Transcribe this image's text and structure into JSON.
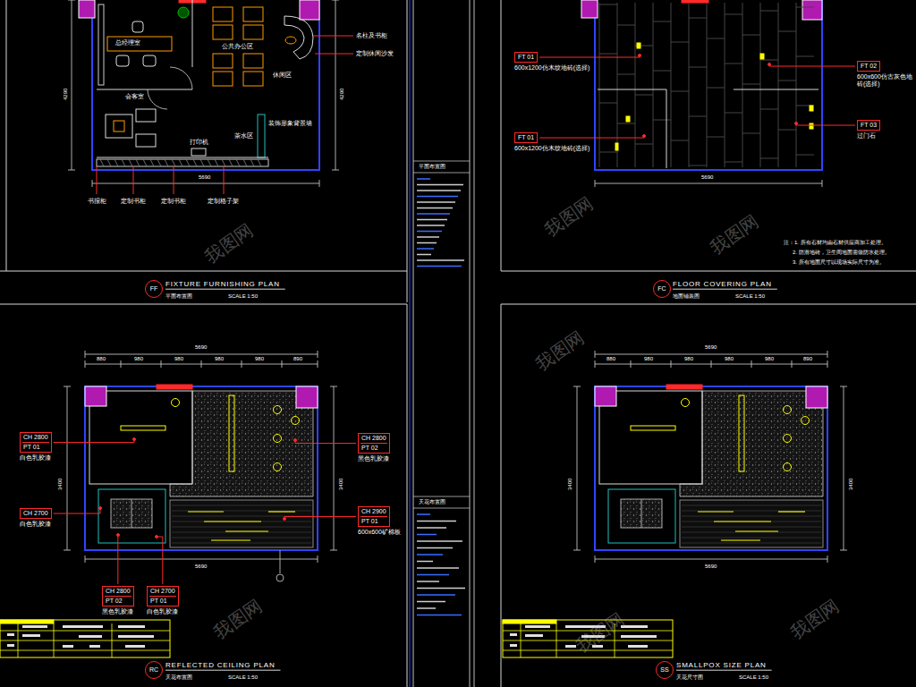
{
  "diagram": {
    "nodes": [
      {
        "text": [
          "FIXTURE FURNISHING PLAN",
          "平面布置图",
          "SCALE 1:50"
        ]
      },
      {
        "text": [
          "FF"
        ],
        "in": 0
      },
      {
        "text": [
          "FLOOR COVERING PLAN",
          "地面铺装图",
          "SCALE 1:50"
        ]
      },
      {
        "text": [
          "FC"
        ],
        "in": 2
      },
      {
        "text": [
          "FT 01",
          "600x1200仿木纹地砖(选择)"
        ],
        "in": 2
      },
      {
        "text": [
          "FT 01",
          "600x1200仿木纹地砖(选择)"
        ],
        "in": 2
      },
      {
        "text": [
          "FT 02",
          "600x600仿古灰色地砖(选择)"
        ],
        "in": 2
      },
      {
        "text": [
          "FT 03",
          "过门石"
        ],
        "in": 2
      },
      {
        "text": [
          "REFLECTED CEILING PLAN",
          "天花布置图",
          "SCALE 1:50"
        ]
      },
      {
        "text": [
          "RC"
        ],
        "in": 8
      },
      {
        "text": [
          "CH 2800",
          "PT 01",
          "白色乳胶漆"
        ],
        "in": 8
      },
      {
        "text": [
          "CH 2700",
          "白色乳胶漆"
        ],
        "in": 8
      },
      {
        "text": [
          "CH 2800",
          "PT 02",
          "黑色乳胶漆"
        ],
        "in": 8
      },
      {
        "text": [
          "CH 2900",
          "PT 01",
          "600x600矿棉板"
        ],
        "in": 8
      },
      {
        "text": [
          "CH 2800",
          "PT 02",
          "黑色乳胶漆"
        ],
        "in": 8
      },
      {
        "text": [
          "CH 2700",
          "PT 01",
          "白色乳胶漆"
        ],
        "in": 8
      },
      {
        "text": [
          "SMALLPOX SIZE PLAN",
          "天花尺寸图",
          "SCALE 1:50"
        ]
      },
      {
        "text": [
          "SS"
        ],
        "in": 16
      }
    ],
    "labels": [
      "总经理室",
      "公共办公区",
      "休闲区",
      "会客室",
      "打印机",
      "茶水区",
      "装饰形象背景墙",
      "名柱及书柜",
      "定制休闲沙发",
      "书报柜",
      "定制书柜",
      "定制书柜",
      "定制格子架",
      "5690",
      "4290",
      "4290",
      "5690",
      "注：1. 所有石材均由石材供应商加工处理。",
      "2. 防滑地砖，卫生间地面需做防水处理。",
      "3. 所有地面尺寸以现场实际尺寸为准。",
      "平面布置图",
      "天花布置图",
      "5690",
      "880",
      "980",
      "980",
      "980",
      "980",
      "890",
      "5690",
      "3400",
      "3400",
      "5690",
      "880",
      "980",
      "980",
      "980",
      "980",
      "890",
      "5690",
      "3400",
      "3400",
      "我图网",
      "我图网",
      "我图网",
      "我图网",
      "我图网",
      "我图网",
      "我图网"
    ]
  }
}
